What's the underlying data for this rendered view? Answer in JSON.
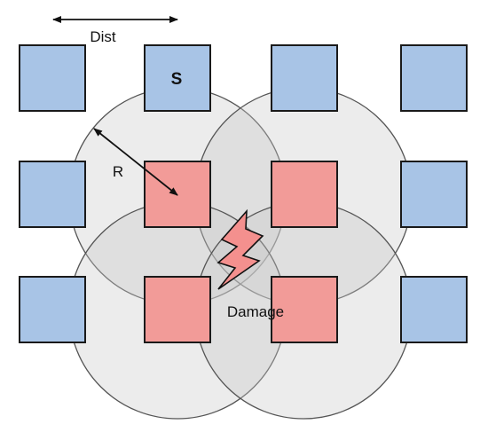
{
  "diagram": {
    "dist_label": "Dist",
    "radius_label": "R",
    "damage_label": "Damage",
    "source_label": "S"
  },
  "colors": {
    "intact": "#a8c4e6",
    "damaged": "#f29b98",
    "range_fill": "rgba(200,200,200,0.35)",
    "lightning": "#f4908e"
  },
  "grid": {
    "rows": 3,
    "cols": 4,
    "states": [
      [
        "intact",
        "intact",
        "intact",
        "intact"
      ],
      [
        "intact",
        "damaged",
        "damaged",
        "intact"
      ],
      [
        "intact",
        "damaged",
        "damaged",
        "intact"
      ]
    ]
  },
  "icons": [
    "lightning-bolt-icon",
    "double-arrow-icon"
  ]
}
